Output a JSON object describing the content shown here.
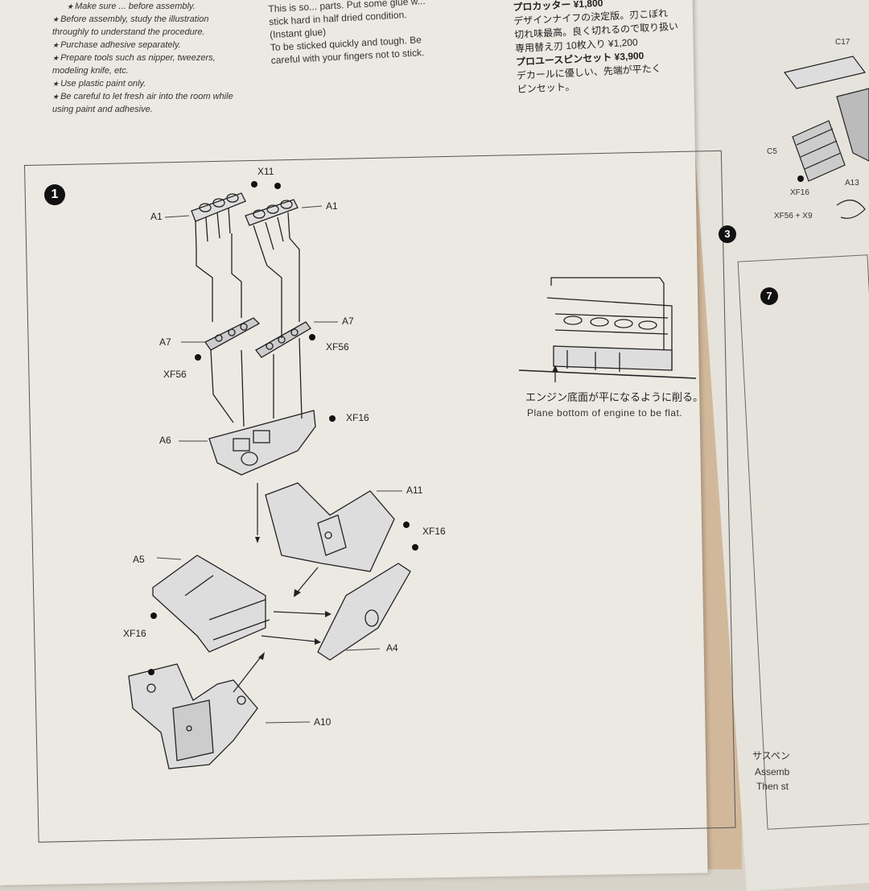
{
  "precautions": [
    "Make sure ... before assembly.",
    "Before assembly, study the illustration throughly to understand the procedure.",
    "Purchase adhesive separately.",
    "Prepare tools such as nipper, tweezers, modeling knife, etc.",
    "Use plastic paint only.",
    "Be careful to let fresh air into the room while using paint and adhesive."
  ],
  "glue_text": [
    "This is so... parts.  Put some glue w...",
    "stick hard in half dried condition.",
    "(Instant glue)",
    "To be sticked quickly and tough.  Be",
    "careful with your fingers not to stick."
  ],
  "jp_tools": [
    "プロカッター  ¥1,800",
    "デザインナイフの決定版。刃こぼれ",
    "切れ味最高。良く切れるので取り扱い",
    "専用替え刃  10枚入り ¥1,200",
    "プロユースピンセット  ¥3,900",
    "デカールに優しい、先端が平たく",
    "ピンセット。"
  ],
  "step_number": "1",
  "right_step_3": "3",
  "right_step_7": "7",
  "parts": {
    "x11": "X11",
    "a1_left": "A1",
    "a1_right": "A1",
    "a7_left": "A7",
    "a7_right": "A7",
    "xf56_left": "XF56",
    "xf56_right": "XF56",
    "a6": "A6",
    "xf16_top": "XF16",
    "a11": "A11",
    "xf16_mid": "XF16",
    "a5": "A5",
    "xf16_left": "XF16",
    "a4": "A4",
    "a10": "A10"
  },
  "note": {
    "jp": "エンジン底面が平になるように削る。",
    "en": "Plane bottom of engine to be flat."
  },
  "right_sheet": {
    "c17": "C17",
    "c5": "C5",
    "xf16": "XF16",
    "a13": "A13",
    "xf56_x9": "XF56 + X9",
    "susp": "サスペン",
    "assem": "Assemb",
    "then": "Then st"
  },
  "colors": {
    "paper": "#ece9e3",
    "ink": "#222222",
    "tan": "#d2b89b"
  }
}
